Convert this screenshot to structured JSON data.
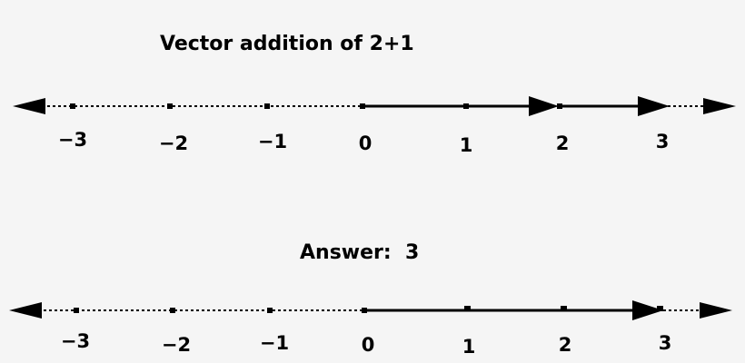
{
  "diagram1": {
    "title": "Vector addition of 2+1",
    "labels": [
      "−3",
      "−2",
      "−1",
      "0",
      "1",
      "2",
      "3"
    ],
    "vectors": [
      {
        "from": 0,
        "to": 2
      },
      {
        "from": 2,
        "to": 3
      }
    ]
  },
  "diagram2": {
    "title": "Answer:  3",
    "labels": [
      "−3",
      "−2",
      "−1",
      "0",
      "1",
      "2",
      "3"
    ],
    "vectors": [
      {
        "from": 0,
        "to": 3
      }
    ]
  }
}
